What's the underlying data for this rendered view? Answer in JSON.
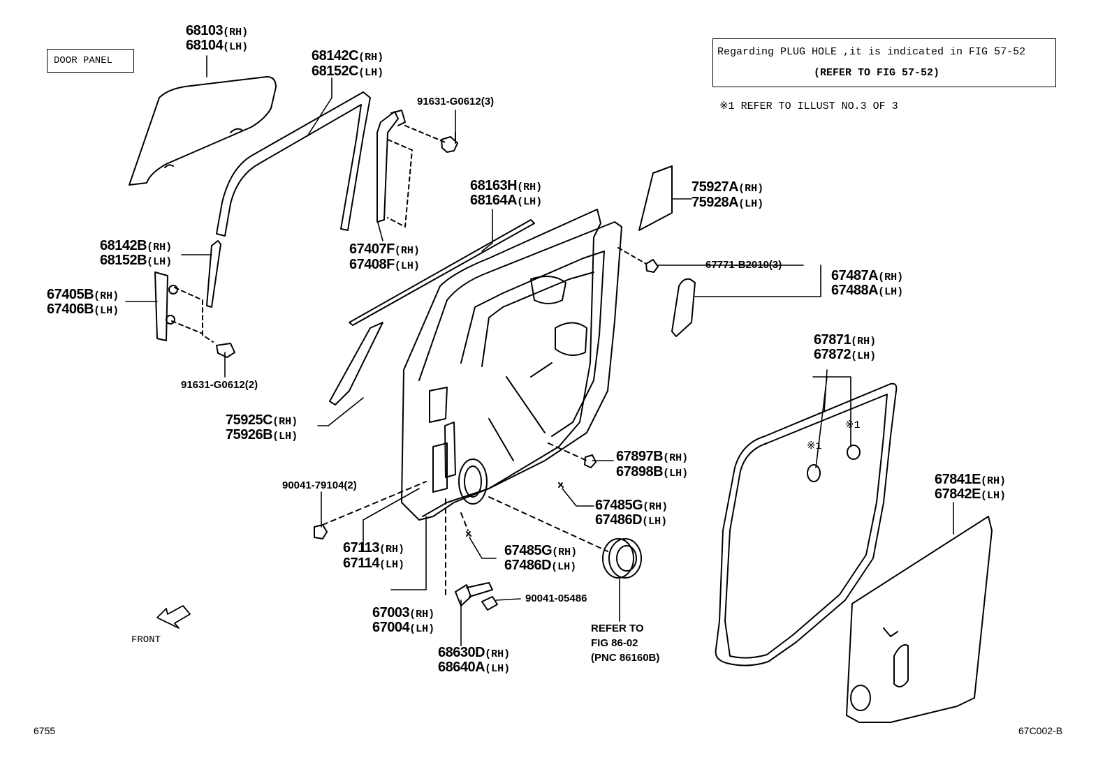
{
  "section_label": "DOOR PANEL",
  "notice": {
    "line1": "Regarding PLUG HOLE ,it is indicated in FIG 57-52",
    "line2": "(REFER TO FIG 57-52)"
  },
  "illust_note": "※1 REFER TO ILLUST NO.3 OF 3",
  "parts": {
    "p68103": {
      "no": "68103",
      "side": "(RH)"
    },
    "p68104": {
      "no": "68104",
      "side": "(LH)"
    },
    "p68142C": {
      "no": "68142C",
      "side": "(RH)"
    },
    "p68152C": {
      "no": "68152C",
      "side": "(LH)"
    },
    "bolt3": "91631-G0612(3)",
    "p68163H": {
      "no": "68163H",
      "side": "(RH)"
    },
    "p68164A": {
      "no": "68164A",
      "side": "(LH)"
    },
    "p75927A": {
      "no": "75927A",
      "side": "(RH)"
    },
    "p75928A": {
      "no": "75928A",
      "side": "(LH)"
    },
    "p68142B": {
      "no": "68142B",
      "side": "(RH)"
    },
    "p68152B": {
      "no": "68152B",
      "side": "(LH)"
    },
    "p67407F": {
      "no": "67407F",
      "side": "(RH)"
    },
    "p67408F": {
      "no": "67408F",
      "side": "(LH)"
    },
    "clip3": "67771-B2010(3)",
    "p67487A": {
      "no": "67487A",
      "side": "(RH)"
    },
    "p67488A": {
      "no": "67488A",
      "side": "(LH)"
    },
    "p67405B": {
      "no": "67405B",
      "side": "(RH)"
    },
    "p67406B": {
      "no": "67406B",
      "side": "(LH)"
    },
    "bolt2": "91631-G0612(2)",
    "p67871": {
      "no": "67871",
      "side": "(RH)"
    },
    "p67872": {
      "no": "67872",
      "side": "(LH)"
    },
    "mark1a": "※1",
    "mark1b": "※1",
    "p75925C": {
      "no": "75925C",
      "side": "(RH)"
    },
    "p75926B": {
      "no": "75926B",
      "side": "(LH)"
    },
    "p67897B": {
      "no": "67897B",
      "side": "(RH)"
    },
    "p67898B": {
      "no": "67898B",
      "side": "(LH)"
    },
    "clip2": "90041-79104(2)",
    "p67485G_a": {
      "no": "67485G",
      "side": "(RH)"
    },
    "p67486D_a": {
      "no": "67486D",
      "side": "(LH)"
    },
    "p67841E": {
      "no": "67841E",
      "side": "(RH)"
    },
    "p67842E": {
      "no": "67842E",
      "side": "(LH)"
    },
    "p67113": {
      "no": "67113",
      "side": "(RH)"
    },
    "p67114": {
      "no": "67114",
      "side": "(LH)"
    },
    "p67485G_b": {
      "no": "67485G",
      "side": "(RH)"
    },
    "p67486D_b": {
      "no": "67486D",
      "side": "(LH)"
    },
    "screw": "90041-05486",
    "p67003": {
      "no": "67003",
      "side": "(RH)"
    },
    "p67004": {
      "no": "67004",
      "side": "(LH)"
    },
    "refer": [
      "REFER TO",
      "FIG 86-02",
      "(PNC 86160B)"
    ],
    "p68630D": {
      "no": "68630D",
      "side": "(RH)"
    },
    "p68640A": {
      "no": "68640A",
      "side": "(LH)"
    }
  },
  "front_label": "FRONT",
  "page_no": "6755",
  "fig_code": "67C002-B"
}
